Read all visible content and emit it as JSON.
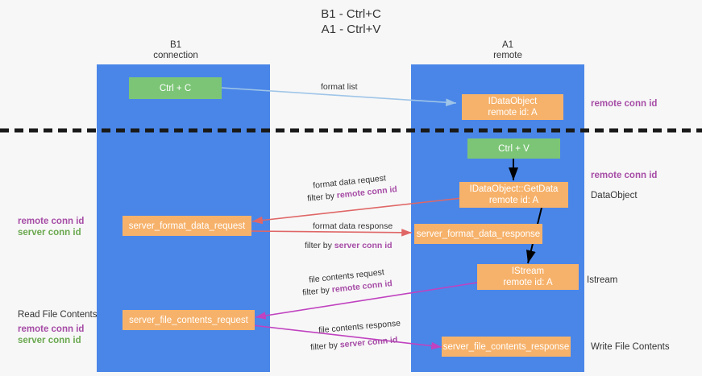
{
  "title": {
    "line1": "B1 - Ctrl+C",
    "line2": "A1 - Ctrl+V"
  },
  "columns": [
    {
      "name": "B1",
      "sub": "connection"
    },
    {
      "name": "A1",
      "sub": "remote"
    }
  ],
  "nodes": {
    "ctrl_c": "Ctrl + C",
    "ctrl_v": "Ctrl + V",
    "idataobject_line1": "IDataObject",
    "idataobject_line2": "remote id: A",
    "getdata_line1": "IDataObject::GetData",
    "getdata_line2": "remote id: A",
    "istream_line1": "IStream",
    "istream_line2": "remote id: A",
    "server_format_data_request": "server_format_data_request",
    "server_format_data_response": "server_format_data_response",
    "server_file_contents_request": "server_file_contents_request",
    "server_file_contents_response": "server_file_contents_response"
  },
  "right_notes": {
    "remote_conn_id_top": "remote conn id",
    "remote_conn_id_mid": "remote conn id",
    "dataobject": "DataObject",
    "istream": "Istream",
    "write_file_contents": "Write File Contents"
  },
  "left_notes": {
    "remote_conn_id_1": "remote conn id",
    "server_conn_id_1": "server conn id",
    "read_file_contents": "Read File Contents",
    "remote_conn_id_2": "remote conn id",
    "server_conn_id_2": "server conn id"
  },
  "edges": {
    "format_list": "format list",
    "format_data_request": "format data request",
    "format_data_request_filter_prefix": "filter by ",
    "format_data_request_filter_key": "remote conn id",
    "format_data_response": "format data response",
    "format_data_response_filter_prefix": "filter by ",
    "format_data_response_filter_key": "server conn id",
    "file_contents_request": "file contents request",
    "file_contents_request_filter_prefix": "filter by ",
    "file_contents_request_filter_key": "remote conn id",
    "file_contents_response": "file contents response",
    "file_contents_response_filter_prefix": "filter by ",
    "file_contents_response_filter_key": "server conn id"
  },
  "colors": {
    "lane": "#4a86e8",
    "orange": "#f6b26b",
    "green": "#7cc576",
    "purple": "#a64ca6",
    "green_text": "#6aa84f",
    "arrow_blue": "#9fc5e8",
    "arrow_red": "#e06666",
    "arrow_magenta": "#c042c0",
    "arrow_black": "#000000",
    "divider": "#1a1a1a"
  }
}
